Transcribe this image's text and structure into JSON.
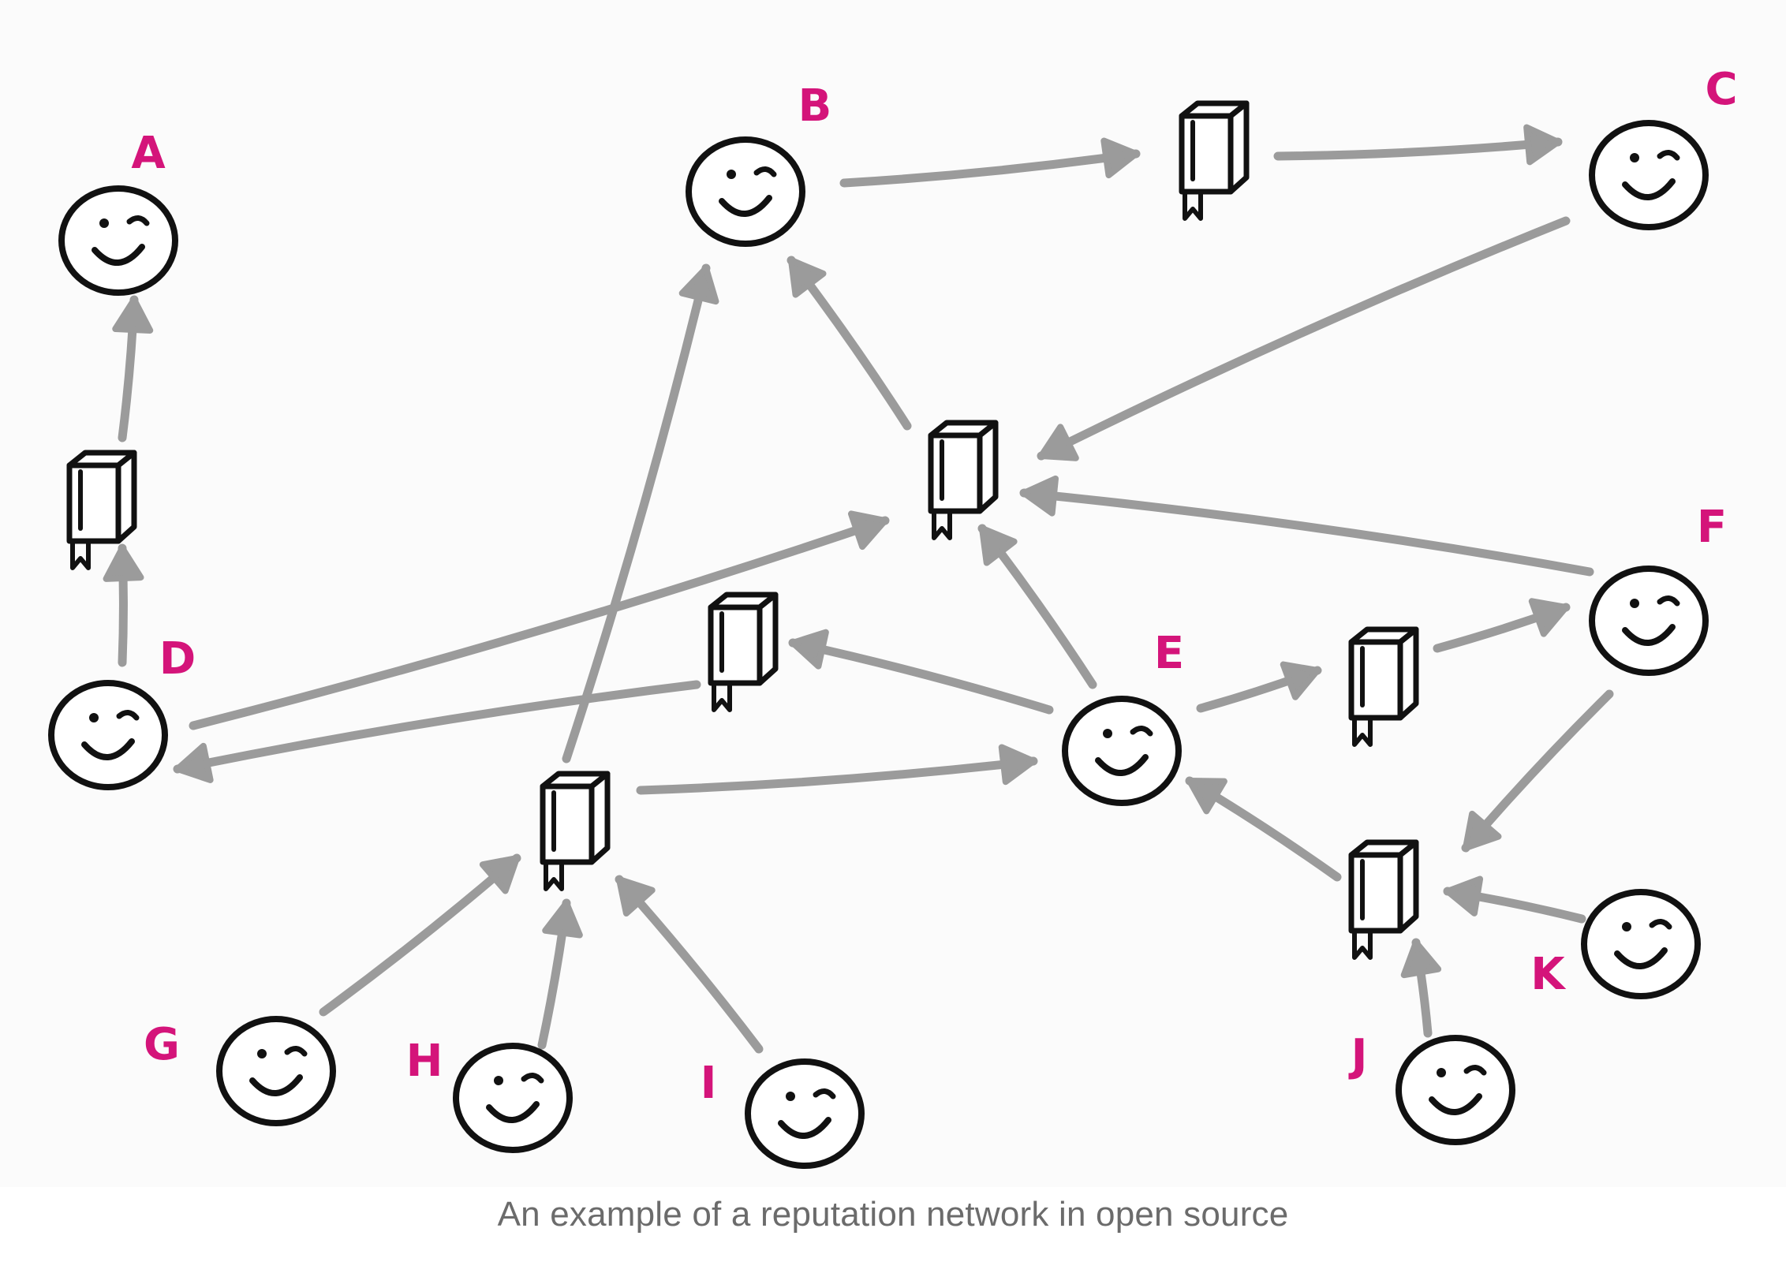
{
  "diagram": {
    "colors": {
      "edge": "#9b9b9b",
      "label": "#d4147a",
      "outline": "#111111",
      "background": "#fbfbfb"
    },
    "people": [
      {
        "id": "A",
        "label": "A"
      },
      {
        "id": "B",
        "label": "B"
      },
      {
        "id": "C",
        "label": "C"
      },
      {
        "id": "D",
        "label": "D"
      },
      {
        "id": "E",
        "label": "E"
      },
      {
        "id": "F",
        "label": "F"
      },
      {
        "id": "G",
        "label": "G"
      },
      {
        "id": "H",
        "label": "H"
      },
      {
        "id": "I",
        "label": "I"
      },
      {
        "id": "J",
        "label": "J"
      },
      {
        "id": "K",
        "label": "K"
      }
    ],
    "projects": [
      {
        "id": "P1",
        "icon": "repository-icon"
      },
      {
        "id": "P2",
        "icon": "repository-icon"
      },
      {
        "id": "P3",
        "icon": "repository-icon"
      },
      {
        "id": "P4",
        "icon": "repository-icon"
      },
      {
        "id": "P5",
        "icon": "repository-icon"
      },
      {
        "id": "P6",
        "icon": "repository-icon"
      },
      {
        "id": "P7",
        "icon": "repository-icon"
      },
      {
        "id": "P8",
        "icon": "repository-icon"
      }
    ],
    "edges": [
      {
        "from": "P1",
        "to": "A"
      },
      {
        "from": "D",
        "to": "P1"
      },
      {
        "from": "B",
        "to": "P2"
      },
      {
        "from": "P2",
        "to": "C"
      },
      {
        "from": "C",
        "to": "P3"
      },
      {
        "from": "P3",
        "to": "B"
      },
      {
        "from": "D",
        "to": "P3"
      },
      {
        "from": "E",
        "to": "P3"
      },
      {
        "from": "F",
        "to": "P3"
      },
      {
        "from": "P4",
        "to": "D"
      },
      {
        "from": "E",
        "to": "P4"
      },
      {
        "from": "P5",
        "to": "B"
      },
      {
        "from": "P5",
        "to": "E"
      },
      {
        "from": "G",
        "to": "P5"
      },
      {
        "from": "H",
        "to": "P5"
      },
      {
        "from": "I",
        "to": "P5"
      },
      {
        "from": "E",
        "to": "P6"
      },
      {
        "from": "P6",
        "to": "F"
      },
      {
        "from": "F",
        "to": "P7"
      },
      {
        "from": "P7",
        "to": "E"
      },
      {
        "from": "J",
        "to": "P7"
      },
      {
        "from": "K",
        "to": "P7"
      }
    ]
  },
  "caption": "An example of a reputation network in open source"
}
